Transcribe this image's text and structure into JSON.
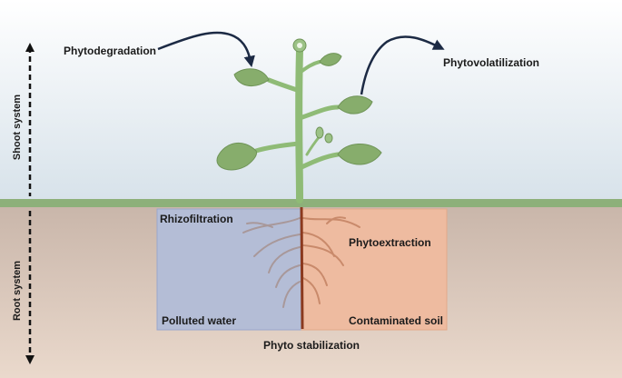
{
  "labels": {
    "phytodegradation": "Phytodegradation",
    "phytovolatilization": "Phytovolatilization",
    "rhizofiltration": "Rhizofiltration",
    "phytoextraction": "Phytoextraction",
    "polluted_water": "Polluted water",
    "contaminated_soil": "Contaminated soil",
    "phyto_stabilization": "Phyto stabilization",
    "shoot_system": "Shoot system",
    "root_system": "Root system"
  },
  "colors": {
    "sky_top": "#ffffff",
    "sky_bottom": "#d7e2ea",
    "ground_line": "#8db07a",
    "soil_top": "#c9b6aa",
    "soil_bottom": "#ead9cc",
    "polluted_water_zone": "#b4bdd6",
    "contaminated_soil_zone": "#eebba0",
    "leaf": "#87ad6c",
    "stem": "#8fbb76",
    "main_root": "#8b3a1f",
    "arrow": "#1c2a44"
  }
}
